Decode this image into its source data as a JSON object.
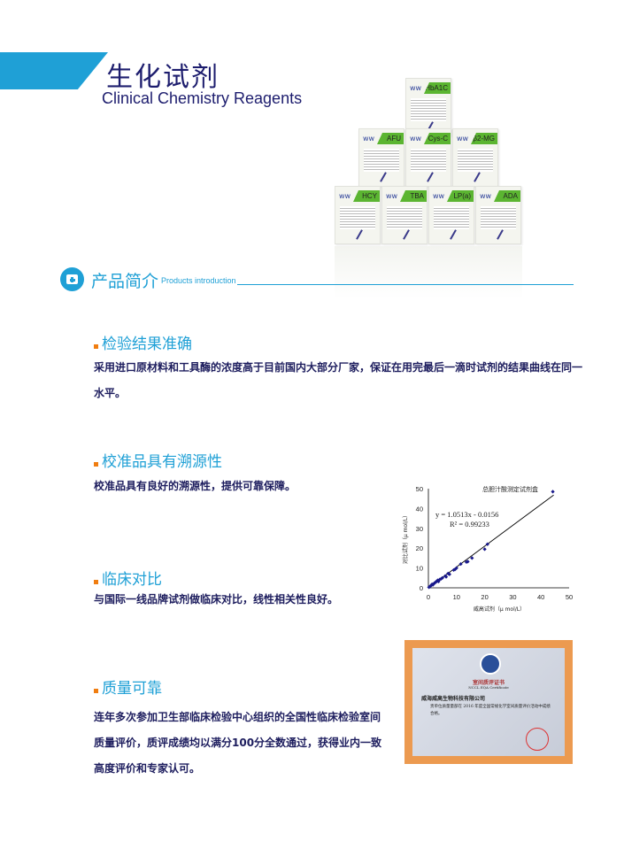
{
  "header": {
    "title_cn": "生化试剂",
    "title_en": "Clinical Chemistry Reagents"
  },
  "products": [
    {
      "label": "HbA1C"
    },
    {
      "label": "AFU"
    },
    {
      "label": "Cys-C"
    },
    {
      "label": "β2-MG"
    },
    {
      "label": "HCY"
    },
    {
      "label": "TBA"
    },
    {
      "label": "LP(a)"
    },
    {
      "label": "ADA"
    }
  ],
  "section": {
    "title_cn": "产品简介",
    "title_en": "Products introduction"
  },
  "features": [
    {
      "title": "检验结果准确",
      "text": "采用进口原材料和工具酶的浓度高于目前国内大部分厂家，保证在用完最后一滴时试剂的结果曲线在同一水平。"
    },
    {
      "title": "校准品具有溯源性",
      "text": "校准品具有良好的溯源性，提供可靠保障。"
    },
    {
      "title": "临床对比",
      "text": "与国际一线品牌试剂做临床对比，线性相关性良好。"
    },
    {
      "title": "质量可靠",
      "text": "连年多次参加卫生部临床检验中心组织的全国性临床检验室间质量评价，质评成绩均以满分100分全数通过，获得业内一致高度评价和专家认可。"
    }
  ],
  "chart_data": {
    "type": "scatter",
    "title": "总胆汁酸测定试剂盒",
    "xlabel": "威高试剂（μ mol/L）",
    "ylabel": "对比试剂（μ mol/L）",
    "xlim": [
      0,
      50
    ],
    "ylim": [
      0,
      50
    ],
    "xticks": [
      "0",
      "10",
      "20",
      "30",
      "40",
      "50"
    ],
    "yticks": [
      "0",
      "10",
      "20",
      "30",
      "40",
      "50"
    ],
    "equation": "y = 1.0513x - 0.0156",
    "r2": "R² = 0.99233",
    "slope": 1.0513,
    "intercept": -0.0156,
    "x": [
      0.2,
      0.5,
      0.8,
      1,
      1.3,
      1.6,
      2,
      2.3,
      2.7,
      3,
      3.3,
      3.6,
      4,
      4.5,
      5,
      6,
      6.3,
      7,
      7.5,
      9,
      9.5,
      10,
      11.5,
      13.5,
      14,
      15.5,
      20,
      21,
      44.2
    ],
    "y": [
      0.3,
      0.6,
      1,
      1.2,
      1.8,
      1.5,
      2.2,
      2.5,
      3,
      3.3,
      3.8,
      3.2,
      4.2,
      4.5,
      5,
      6,
      5.5,
      7.2,
      6.8,
      9,
      9.3,
      10,
      12,
      13,
      13.2,
      15,
      19.5,
      22,
      48.5
    ],
    "color": "#1a1a8c"
  },
  "certificate": {
    "title": "室间质评证书",
    "subtitle": "NCCL EQA Certificate",
    "company": "威海威高生物科技有限公司",
    "body": "贵单位质量量部在 2016 年度全国常规化学室间质量评价活动中成绩合格。"
  }
}
